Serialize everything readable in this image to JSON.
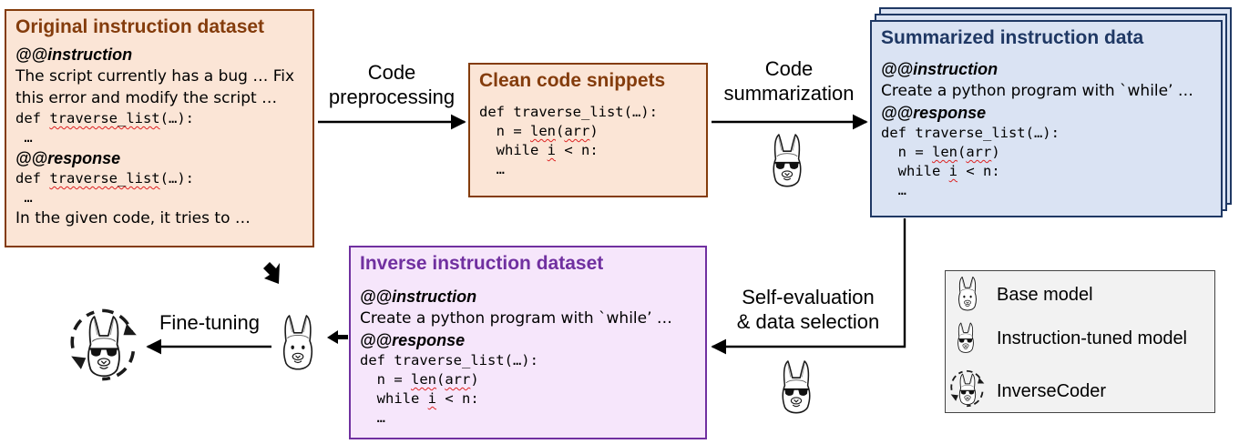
{
  "original": {
    "title": "Original instruction dataset",
    "instruction_tag": "@@instruction",
    "instruction_line1": "The script currently has a bug … Fix",
    "instruction_line2": "this error and modify the script …",
    "code_line1_prefix": "def ",
    "code_line1_fn": "traverse_list",
    "code_line1_suffix": "(…):",
    "code_line2": " …",
    "response_tag": "@@response",
    "resp_code_line1_prefix": "def ",
    "resp_code_line1_fn": "traverse_list",
    "resp_code_line1_suffix": "(…):",
    "resp_code_line2": " …",
    "response_text": "In the given code, it tries to …"
  },
  "clean": {
    "title": "Clean code snippets",
    "line1": "def traverse_list(…):",
    "line2_prefix": "  n = ",
    "line2_len": "len",
    "line2_paren_open": "(",
    "line2_arr": "arr",
    "line2_paren_close": ")",
    "line3_prefix": "  while ",
    "line3_i": "i",
    "line3_suffix": " < n:",
    "line4": "  …"
  },
  "summarized": {
    "title": "Summarized instruction data",
    "instruction_tag": "@@instruction",
    "instruction_text": "Create a python program with `while’ …",
    "response_tag": "@@response",
    "line1": "def traverse_list(…):",
    "line2_prefix": "  n = ",
    "line2_len": "len",
    "line2_paren_open": "(",
    "line2_arr": "arr",
    "line2_paren_close": ")",
    "line3_prefix": "  while ",
    "line3_i": "i",
    "line3_suffix": " < n:",
    "line4": "  …"
  },
  "inverse": {
    "title": "Inverse instruction dataset",
    "instruction_tag": "@@instruction",
    "instruction_text": "Create a python program with `while’ …",
    "response_tag": "@@response",
    "line1": "def traverse_list(…):",
    "line2_prefix": "  n = ",
    "line2_len": "len",
    "line2_paren_open": "(",
    "line2_arr": "arr",
    "line2_paren_close": ")",
    "line3_prefix": "  while ",
    "line3_i": "i",
    "line3_suffix": " < n:",
    "line4": "  …"
  },
  "labels": {
    "preprocessing_line1": "Code",
    "preprocessing_line2": "preprocessing",
    "summarization_line1": "Code",
    "summarization_line2": "summarization",
    "selfeval_line1": "Self-evaluation",
    "selfeval_line2": "& data selection",
    "finetuning": "Fine-tuning"
  },
  "legend": {
    "base": "Base model",
    "instruction_tuned": "Instruction-tuned model",
    "inversecoder": "InverseCoder"
  },
  "colors": {
    "orange_border": "#843c0c",
    "orange_fill": "#fbe5d6",
    "blue_border": "#1f3864",
    "blue_fill": "#dae3f3",
    "purple_border": "#7030a0",
    "purple_fill": "#f6e6fb",
    "legend_fill": "#f2f2f2"
  }
}
